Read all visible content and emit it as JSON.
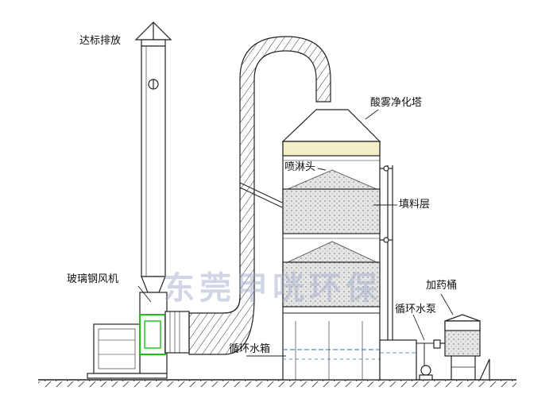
{
  "labels": {
    "exhaust": "达标排放",
    "tower": "酸雾净化塔",
    "spray_head": "喷淋头",
    "packing_layer": "填料层",
    "fan": "玻璃钢风机",
    "dosing_tank": "加药桶",
    "circulation_pump": "循环水泵",
    "water_tank": "循环水箱"
  },
  "watermark": "东莞甲咣环保",
  "colors": {
    "line": "#222222",
    "packing_fill": "#d9d9d9",
    "mist_eliminator": "#f3efc6",
    "fan_highlight": "#19c219",
    "water_line": "#2d6fb4"
  }
}
